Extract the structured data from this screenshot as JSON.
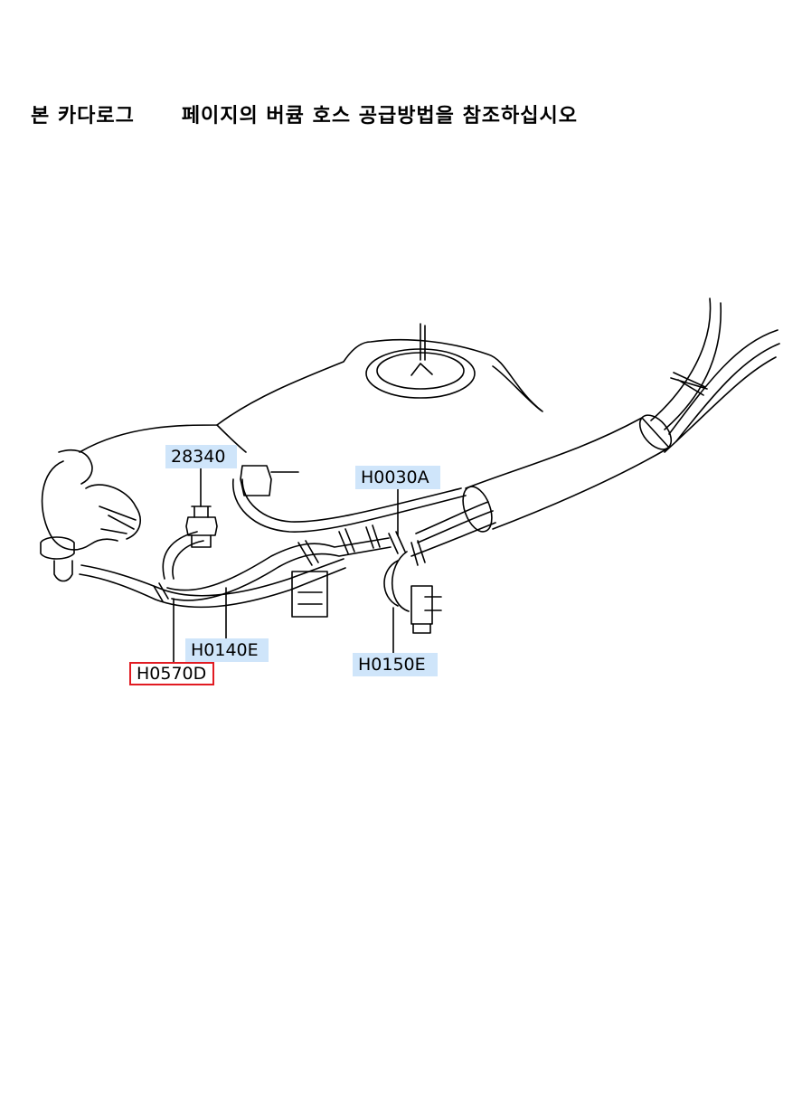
{
  "title": "본 카다로그      페이지의 버큠 호스 공급방법을 참조하십시오",
  "callouts": {
    "c28340": "28340",
    "h0030a": "H0030A",
    "h0140e": "H0140E",
    "h0570d": "H0570D",
    "h0150e": "H0150E"
  },
  "selected_callout": "H0570D",
  "colors": {
    "callout_background": "#cfe5fa",
    "selected_border": "#e11b22",
    "line_art": "#000000"
  }
}
